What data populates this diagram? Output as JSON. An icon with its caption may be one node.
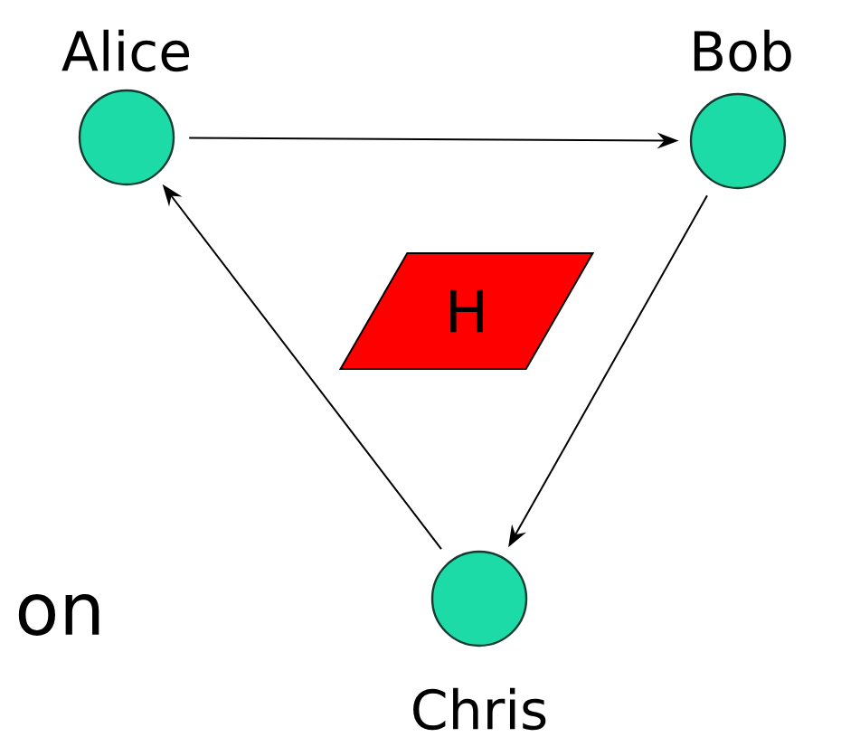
{
  "diagram": {
    "nodes": [
      {
        "text": [
          "Alice"
        ]
      },
      {
        "text": [
          "Bob"
        ]
      },
      {
        "text": [
          "Chris"
        ]
      },
      {
        "text": [
          "H"
        ]
      }
    ],
    "edges": [
      {
        "from": 0,
        "to": 1,
        "arrow": "to"
      },
      {
        "from": 1,
        "to": 2,
        "arrow": "to"
      },
      {
        "from": 2,
        "to": 0,
        "arrow": "to"
      }
    ],
    "labels": [
      "on"
    ]
  }
}
